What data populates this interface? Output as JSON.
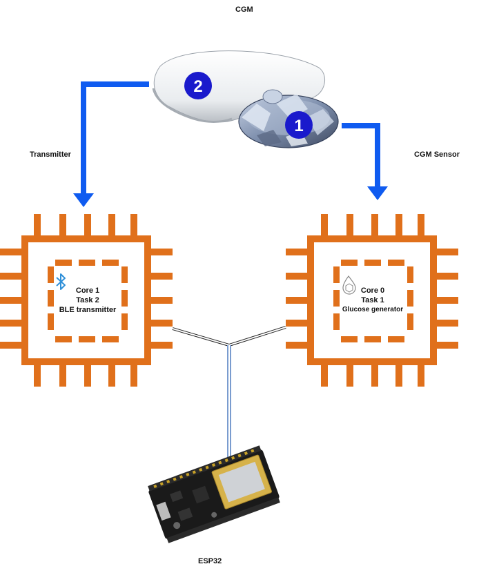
{
  "labels": {
    "cgm": "CGM",
    "transmitter": "Transmitter",
    "cgm_sensor": "CGM Sensor",
    "esp32": "ESP32"
  },
  "badges": {
    "sensor_number": "1",
    "transmitter_number": "2"
  },
  "chip_left": {
    "line1": "Core 1",
    "line2": "Task 2",
    "line3": "BLE transmitter",
    "icon": "bluetooth-icon"
  },
  "chip_right": {
    "line1": "Core 0",
    "line2": "Task 1",
    "line3": "Glucose generator",
    "icon": "glucose-drop-icon"
  },
  "colors": {
    "chip": "#E0701B",
    "arrow": "#0F5BF0",
    "badge": "#1A1ACC",
    "connector": "#7a9ccf",
    "bluetooth": "#2F8FD8",
    "board": "#1a1a1a"
  }
}
